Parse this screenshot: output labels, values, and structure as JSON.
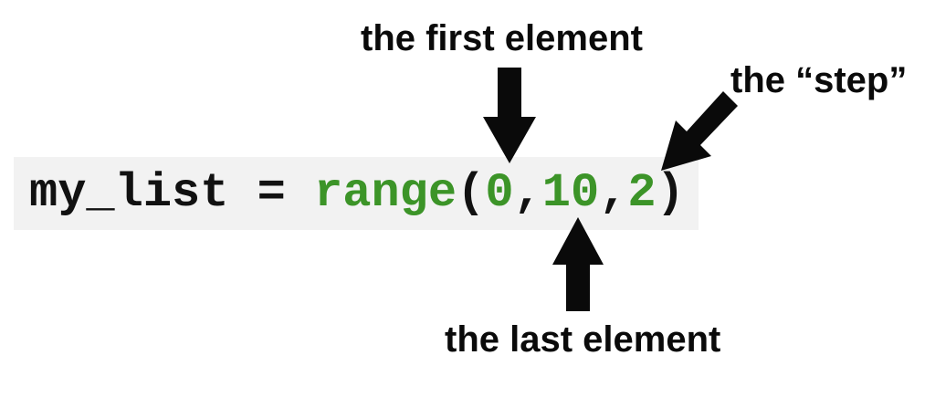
{
  "labels": {
    "first": "the first element",
    "step": "the “step”",
    "last": "the last element"
  },
  "code": {
    "segments": [
      {
        "text": "my_list = ",
        "color": "black"
      },
      {
        "text": "range",
        "color": "green"
      },
      {
        "text": "(",
        "color": "black"
      },
      {
        "text": "0",
        "color": "green"
      },
      {
        "text": ",",
        "color": "black"
      },
      {
        "text": "10",
        "color": "green"
      },
      {
        "text": ",",
        "color": "black"
      },
      {
        "text": "2",
        "color": "green"
      },
      {
        "text": ")",
        "color": "black"
      }
    ]
  },
  "colors": {
    "arrow": "#0a0a0a",
    "label_text": "#0a0a0a",
    "code_green": "#3c9428",
    "code_black": "#111111",
    "code_background": "#f2f2f2",
    "page_background": "#ffffff"
  }
}
